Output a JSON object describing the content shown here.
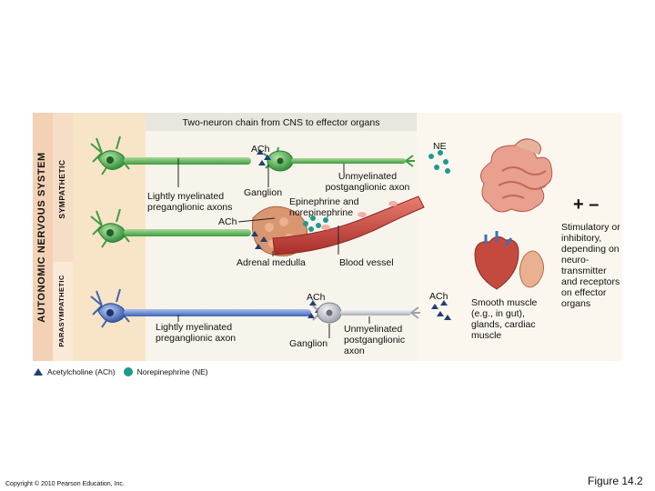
{
  "title": "Two-neuron chain from CNS to effector organs",
  "side": {
    "ans": "AUTONOMIC NERVOUS SYSTEM",
    "sympathetic": "SYMPATHETIC",
    "parasympathetic": "PARASYMPATHETIC"
  },
  "labels": {
    "ach_sym": "ACh",
    "ne": "NE",
    "unmyelinated_postganglionic_axon_sym": "Unmyelinated postganglionic axon",
    "lightly_myelinated_preganglionic_axons": "Lightly myelinated preganglionic axons",
    "ganglion_sym": "Ganglion",
    "epinephrine_norepinephrine": "Epinephrine and norepinephrine",
    "ach_adrenal": "ACh",
    "adrenal_medulla": "Adrenal medulla",
    "blood_vessel": "Blood vessel",
    "ach_para": "ACh",
    "ach_para_right": "ACh",
    "lightly_myelinated_preganglionic_axon": "Lightly myelinated preganglionic axon",
    "ganglion_para": "Ganglion",
    "unmyelinated_postganglionic_axon_para": "Unmyelinated postganglionic axon",
    "effectors": "Smooth muscle (e.g., in gut), glands, cardiac muscle",
    "plus_minus": "+ –",
    "stimulatory": "Stimulatory or inhibitory, depending on neuro- transmitter and receptors on effector organs"
  },
  "legend": {
    "ach": "Acetylcholine (ACh)",
    "ne": "Norepinephrine (NE)"
  },
  "footer": {
    "copyright": "Copyright © 2010 Pearson Education, Inc.",
    "figure": "Figure 14.2"
  },
  "colors": {
    "neuron_green": "#3fa447",
    "neuron_blue": "#4a6fc0",
    "neuron_gray": "#b9bcc6",
    "ach_navy": "#1f3f74",
    "ne_teal": "#1e9a8f",
    "blood_red": "#c9443c",
    "adrenal": "#d8956e"
  }
}
